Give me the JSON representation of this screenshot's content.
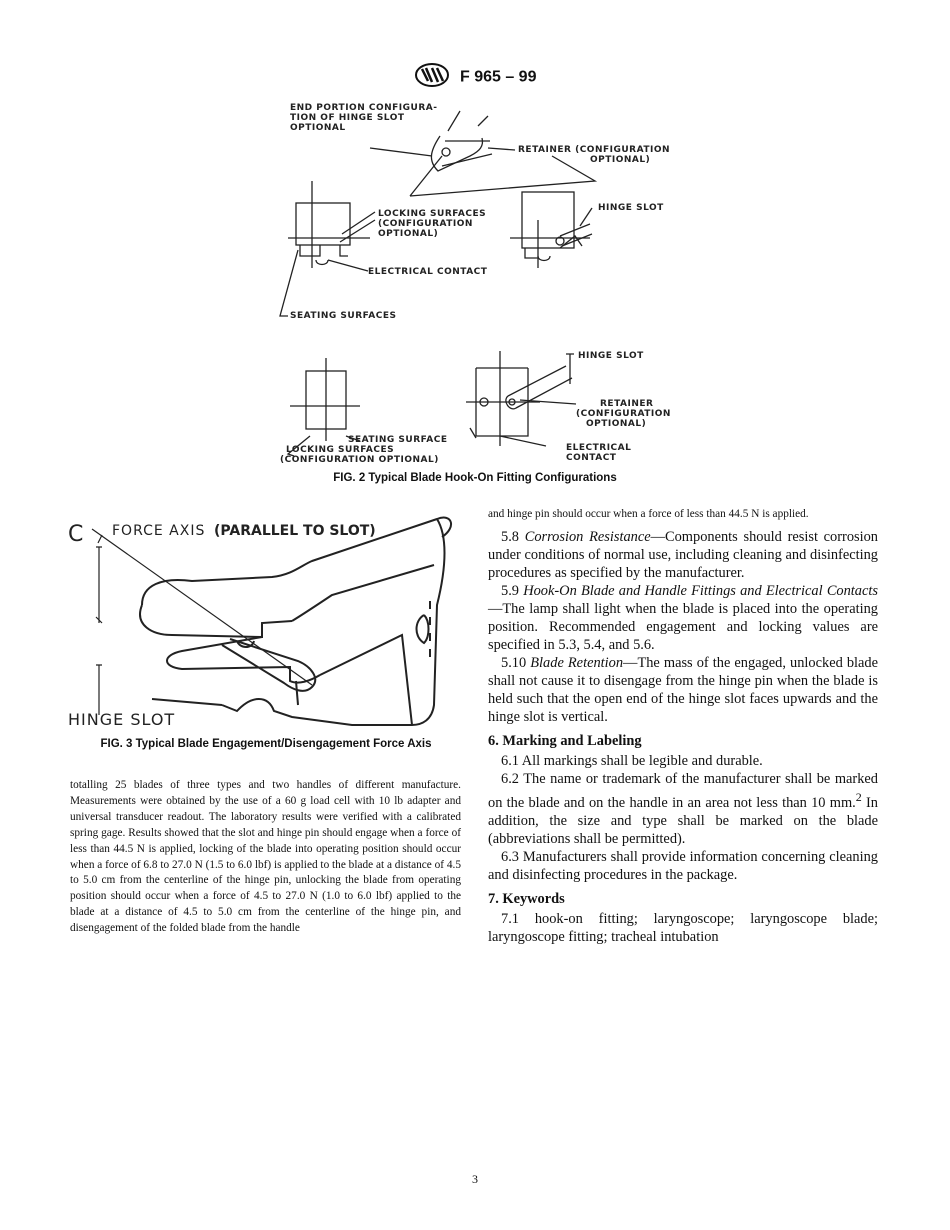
{
  "header": {
    "designation": "F 965 – 99"
  },
  "figure2": {
    "labels": {
      "end_portion_1": "END PORTION CONFIGURA-",
      "end_portion_2": "TION OF HINGE SLOT",
      "end_portion_3": "OPTIONAL",
      "retainer_1": "RETAINER (CONFIGURATION",
      "retainer_2": "OPTIONAL)",
      "locking_1": "LOCKING SURFACES",
      "locking_2": "(CONFIGURATION",
      "locking_3": "OPTIONAL)",
      "hinge_slot_top": "HINGE SLOT",
      "electrical_contact": "ELECTRICAL CONTACT",
      "seating_surfaces": "SEATING SURFACES",
      "hinge_slot_bottom": "HINGE SLOT",
      "retainer_b1": "RETAINER",
      "retainer_b2": "(CONFIGURATION",
      "retainer_b3": "OPTIONAL)",
      "seating_surface": "SEATING SURFACE",
      "locking_b1": "LOCKING SURFACES",
      "locking_b2": "(CONFIGURATION OPTIONAL)",
      "electrical_b1": "ELECTRICAL",
      "electrical_b2": "CONTACT"
    },
    "caption": "FIG. 2 Typical Blade Hook-On Fitting Configurations"
  },
  "figure3": {
    "labels": {
      "c": "C",
      "force_axis": "FORCE AXIS",
      "parallel": "(PARALLEL TO SLOT)",
      "hinge_slot": "HINGE SLOT"
    },
    "caption": "FIG. 3 Typical Blade Engagement/Disengagement Force Axis"
  },
  "left_column": {
    "text": "totalling 25 blades of three types and two handles of different manufacture. Measurements were obtained by the use of a 60 g load cell with 10 lb adapter and universal transducer readout. The laboratory results were verified with a calibrated spring gage. Results showed that the slot and hinge pin should engage when a force of less than 44.5 N is applied, locking of the blade into operating position should occur when a force of 6.8 to 27.0 N (1.5 to 6.0 lbf) is applied to the blade at a distance of 4.5 to 5.0 cm from the centerline of the hinge pin, unlocking the blade from operating position should occur when a force of 4.5 to 27.0 N (1.0 to 6.0 lbf) applied to the blade at a distance of 4.5 to 5.0 cm from the centerline of the hinge pin, and disengagement of the folded blade from the handle"
  },
  "right_column": {
    "continuation": "and hinge pin should occur when a force of less than 44.5 N is applied.",
    "s5_8_num": "5.8",
    "s5_8_title": "Corrosion Resistance",
    "s5_8_body": "—Components should resist corrosion under conditions of normal use, including cleaning and disinfecting procedures as specified by the manufacturer.",
    "s5_9_num": "5.9",
    "s5_9_title": "Hook-On Blade and Handle Fittings and Electrical Contacts",
    "s5_9_body": "—The lamp shall light when the blade is placed into the operating position. Recommended engagement and locking values are specified in 5.3, 5.4, and 5.6.",
    "s5_10_num": "5.10",
    "s5_10_title": "Blade Retention",
    "s5_10_body": "—The mass of the engaged, unlocked blade shall not cause it to disengage from the hinge pin when the blade is held such that the open end of the hinge slot faces upwards and the hinge slot is vertical.",
    "h6": "6. Marking and Labeling",
    "s6_1": "6.1 All markings shall be legible and durable.",
    "s6_2_a": "6.2 The name or trademark of the manufacturer shall be marked on the blade and on the handle in an area not less than 10 mm.",
    "s6_2_sup": "2",
    "s6_2_b": " In addition, the size and type shall be marked on the blade (abbreviations shall be permitted).",
    "s6_3": "6.3 Manufacturers shall provide information concerning cleaning and disinfecting procedures in the package.",
    "h7": "7. Keywords",
    "s7_1": "7.1  hook-on fitting; laryngoscope; laryngoscope blade; laryngoscope fitting; tracheal intubation"
  },
  "page_number": "3"
}
